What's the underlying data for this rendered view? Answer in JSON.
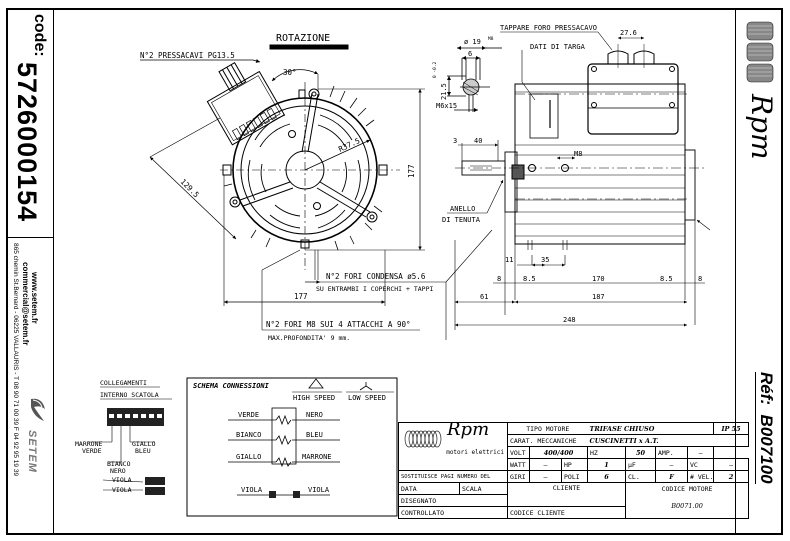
{
  "left_strip": {
    "code_label": "code:",
    "code_value": "5726000154",
    "website": "www.setem.fr",
    "email": "commercial@setem.fr",
    "address": "865 chemin St.Bernard  -  06225 VALLAURIS  -  T 08 90 71 00 39  F 04 92 95 19 39",
    "company_logo": "SETEM"
  },
  "right_strip": {
    "brand": "Rpm",
    "ref_label": "Réf:",
    "ref_value": "B007100"
  },
  "front_view": {
    "rotation_label": "ROTAZIONE",
    "cable_glands_note": "N°2 PRESSACAVI PG13.5",
    "angle": "30°",
    "radius": "R37.5",
    "dim_height": "177",
    "dim_diag": "129.5",
    "dim_width": "177",
    "drain_holes_note": "N°2 FORI CONDENSA ø5.6",
    "drain_holes_sub": "SU ENTRAMBI I COPERCHI + TAPPI",
    "mount_holes_note": "N°2 FORI M8 SUI 4 ATTACCHI A 90°",
    "mount_depth_note": "MAX.PROFONDITA' 9 mm."
  },
  "shaft_detail": {
    "dia": "ø 19",
    "tol": "M8",
    "key": "6",
    "height": "21.5",
    "height_tol": "0 -0.2",
    "thread": "M6x15"
  },
  "side_view": {
    "plug_note": "TAPPARE FORO PRESSACAVO",
    "nameplate_note": "DATI DI TARGA",
    "gland_spacing": "27.6",
    "seal_note_1": "ANELLO",
    "seal_note_2": "DI TENUTA",
    "m8": "M8",
    "dims": {
      "d3": "3",
      "d40": "40",
      "d11": "11",
      "d35": "35",
      "d8a": "8",
      "d85a": "8.5",
      "d170": "170",
      "d85b": "8.5",
      "d8b": "8",
      "d61": "61",
      "d187": "187",
      "d248": "248"
    }
  },
  "internal_connections": {
    "title_1": "COLLEGAMENTI",
    "title_2": "INTERNO SCATOLA",
    "labels": [
      "MARRONE",
      "VERDE",
      "GIALLO",
      "BLEU",
      "BIANCO",
      "NERO",
      "VIOLA",
      "VIOLA"
    ]
  },
  "wiring_scheme": {
    "title": "SCHEMA CONNESSIONI",
    "high_speed": "HIGH SPEED",
    "low_speed": "LOW SPEED",
    "left": [
      "VERDE",
      "BIANCO",
      "GIALLO"
    ],
    "right": [
      "NERO",
      "BLEU",
      "MARRONE"
    ],
    "viola_left": "VIOLA",
    "viola_right": "VIOLA"
  },
  "title_block": {
    "brand": "Rpm",
    "brand_sub": "motori elettrici",
    "tipo_motore_label": "TIPO MOTORE",
    "tipo_motore": "TRIFASE CHIUSO",
    "ip": "IP 55",
    "carat_label": "CARAT. MECCANICHE",
    "carat": "CUSCINETTI x A.T.",
    "volt_label": "VOLT",
    "volt": "400/400",
    "hz_label": "HZ",
    "hz": "50",
    "amp_label": "AMP.",
    "amp": "–",
    "watt_label": "WATT",
    "watt": "–",
    "hp_label": "HP",
    "hp": "1",
    "uf_label": "µF",
    "uf": "–",
    "vc_label": "VC",
    "vc": "–",
    "sostituisce": "SOSTITUISCE PAGI NUMERO DEL",
    "giri_label": "GIRI",
    "giri": "–",
    "poli_label": "POLI",
    "poli": "6",
    "cl_label": "CL.",
    "cl": "F",
    "nvel_label": "# VEL.",
    "nvel": "2",
    "data_label": "DATA",
    "scala_label": "SCALA",
    "cliente_label": "CLIENTE",
    "codice_motore_label": "CODICE MOTORE",
    "disegnato_label": "DISEGNATO",
    "controllato_label": "CONTROLLATO",
    "codice_cliente_label": "CODICE CLIENTE",
    "codice_motore": "B0071.00"
  }
}
